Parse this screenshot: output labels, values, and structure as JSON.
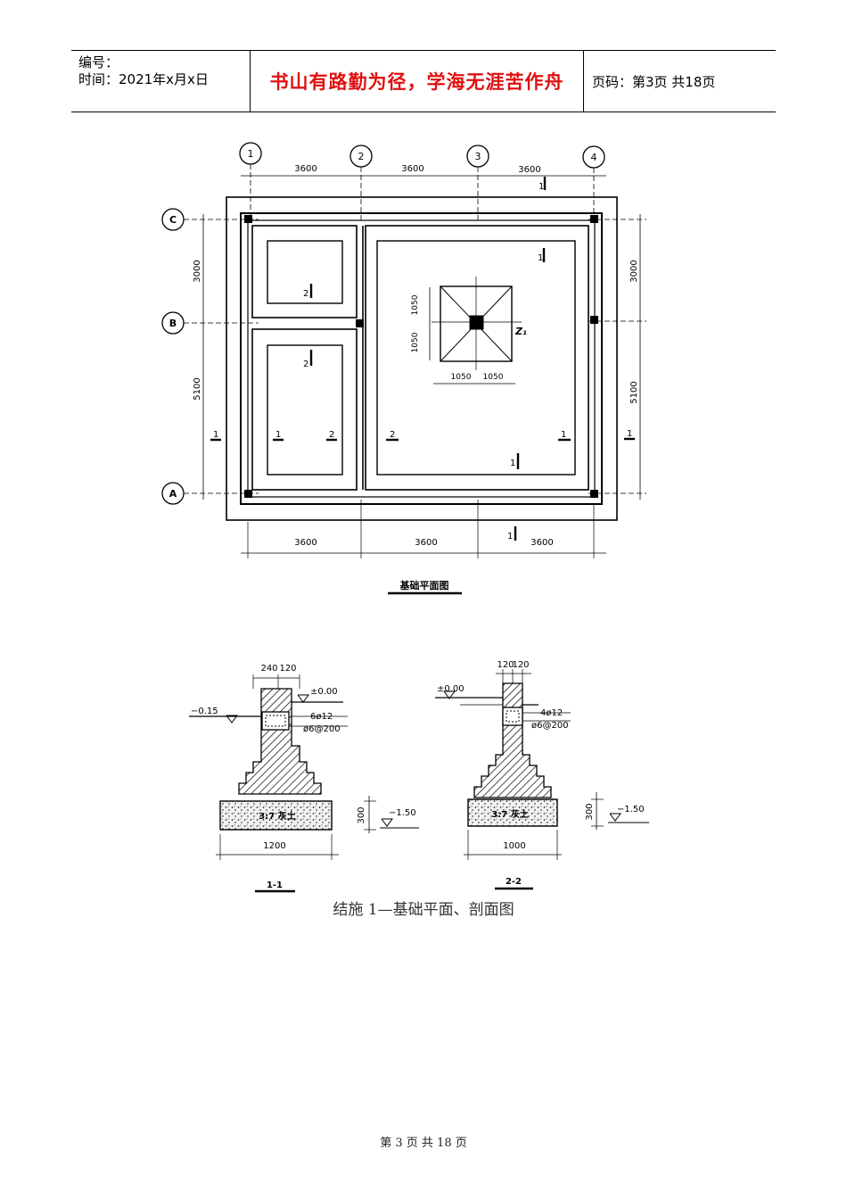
{
  "header": {
    "number_label": "编号：",
    "time_label": "时间：2021年x月x日",
    "motto": "书山有路勤为径，学海无涯苦作舟",
    "page_info": "页码：第3页  共18页"
  },
  "plan": {
    "axis_cols": [
      "1",
      "2",
      "3",
      "4"
    ],
    "axis_rows": [
      "C",
      "B",
      "A"
    ],
    "col_spans": [
      "3600",
      "3600",
      "3600"
    ],
    "row_spans_left": [
      "3000",
      "5100"
    ],
    "row_spans_right": [
      "3000",
      "5100"
    ],
    "footing_dims_h": [
      "1050",
      "1050"
    ],
    "footing_dims_v": [
      "1050",
      "1050"
    ],
    "column_label": "Z₁",
    "section_marks": {
      "s1": "1",
      "s2": "2"
    },
    "title": "基础平面图"
  },
  "section_1": {
    "wall_dims": [
      "240",
      "120"
    ],
    "top_level": "±0.00",
    "ground_level": "−0.15",
    "rebar_main": "6ø12",
    "rebar_stirrup": "ø6@200",
    "base_material": "3:7 灰土",
    "base_thickness": "300",
    "bottom_level": "−1.50",
    "width": "1200",
    "title": "1-1"
  },
  "section_2": {
    "wall_dims": [
      "120",
      "120"
    ],
    "top_level": "±0.00",
    "rebar_main": "4ø12",
    "rebar_stirrup": "ø6@200",
    "base_material": "3:7 灰土",
    "base_thickness": "300",
    "bottom_level": "−1.50",
    "width": "1000",
    "title": "2-2"
  },
  "caption": "结施 1—基础平面、剖面图",
  "footer": "第 3 页 共 18 页"
}
